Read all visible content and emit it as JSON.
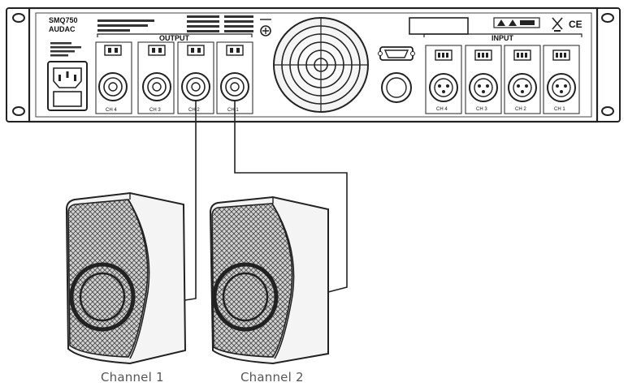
{
  "device": {
    "model": "SMQ750",
    "brand": "AUDAC",
    "output_label": "OUTPUT",
    "input_label": "INPUT",
    "ce_mark": "CE"
  },
  "output_channels": [
    "CH 4",
    "CH 3",
    "CH 2",
    "CH 1"
  ],
  "input_channels": [
    "CH 4",
    "CH 3",
    "CH 2",
    "CH 1"
  ],
  "speakers": [
    {
      "caption": "Channel 1"
    },
    {
      "caption": "Channel 2"
    }
  ],
  "colors": {
    "line": "#222222",
    "panel": "#ffffff",
    "caption": "#555555"
  }
}
